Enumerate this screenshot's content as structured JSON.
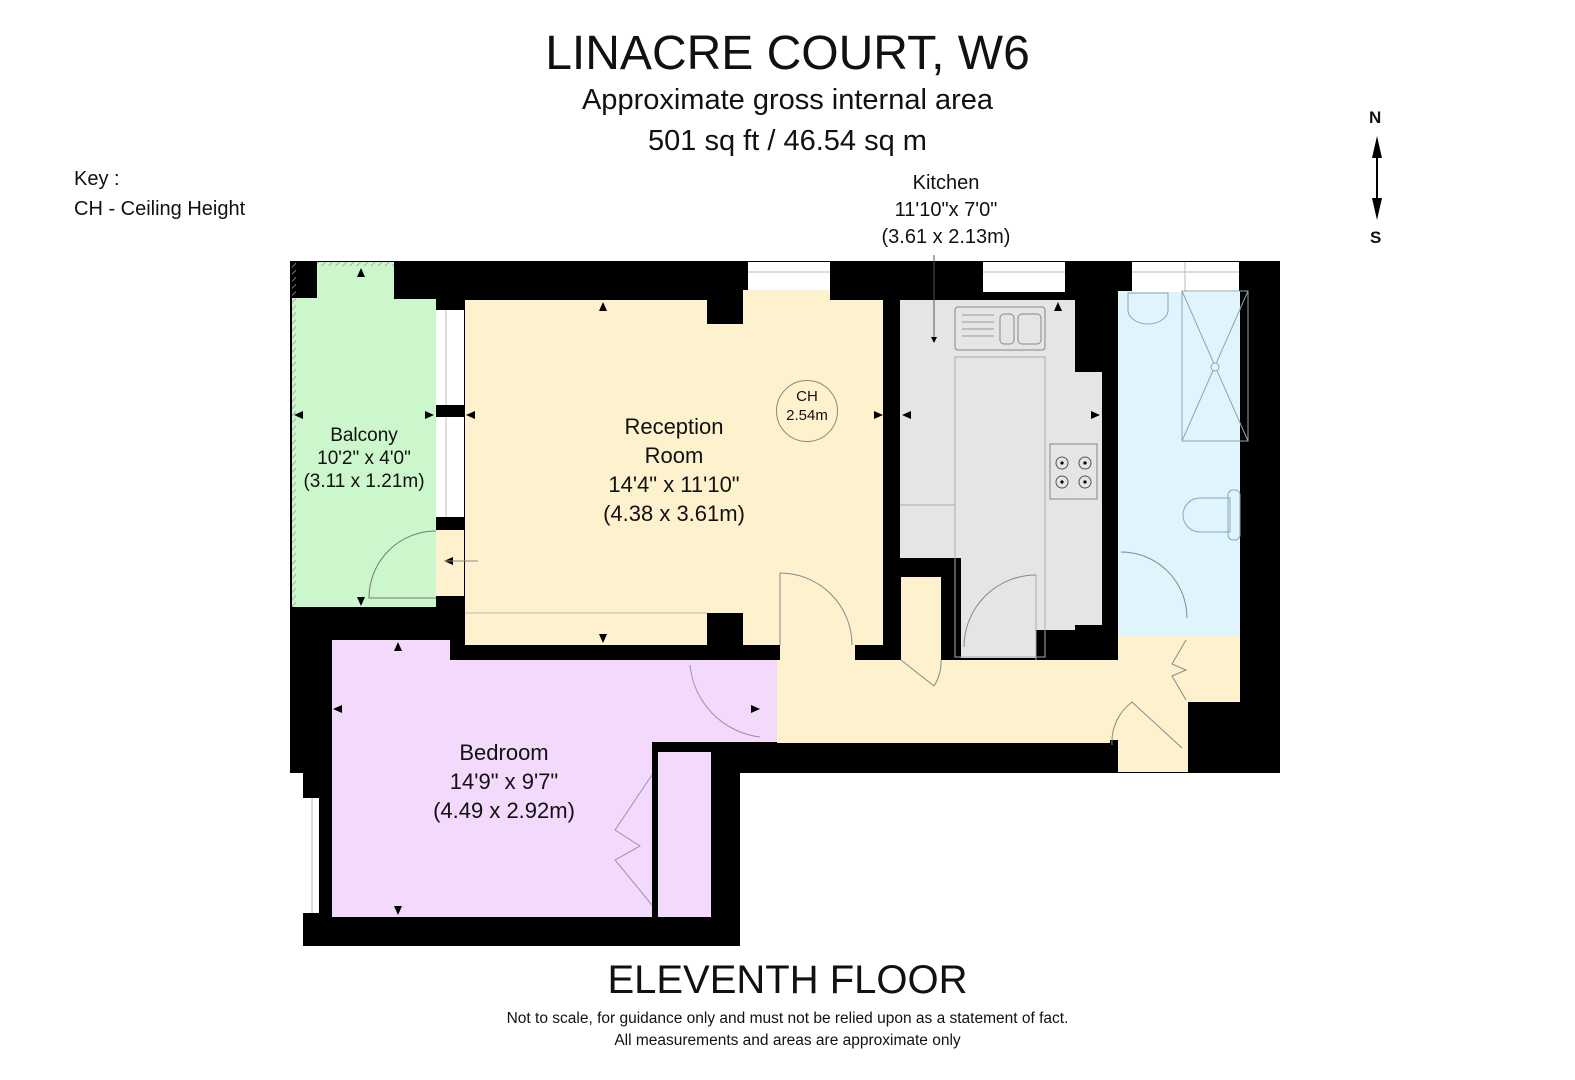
{
  "header": {
    "title": "LINACRE COURT, W6",
    "subtitle": "Approximate gross internal area",
    "area": "501 sq ft  / 46.54 sq m"
  },
  "key": {
    "heading": "Key :",
    "items": [
      "CH - Ceiling Height"
    ]
  },
  "compass": {
    "north": "N",
    "south": "S"
  },
  "rooms": {
    "balcony": {
      "name": "Balcony",
      "imperial": "10'2\" x 4'0\"",
      "metric": "(3.11 x 1.21m)",
      "color": "#ccf7cc"
    },
    "reception": {
      "name_line1": "Reception",
      "name_line2": "Room",
      "imperial": "14'4\" x 11'10\"",
      "metric": "(4.38 x 3.61m)",
      "color": "#fdf2cd"
    },
    "kitchen": {
      "name": "Kitchen",
      "imperial": "11'10\"x 7'0\"",
      "metric": "(3.61 x 2.13m)",
      "color": "#e5e5e5"
    },
    "bedroom": {
      "name": "Bedroom",
      "imperial": "14'9\" x 9'7\"",
      "metric": "(4.49 x 2.92m)",
      "color": "#f3dafc"
    },
    "bathroom": {
      "color": "#dff4fc"
    },
    "hall": {
      "color": "#fdf2cd"
    }
  },
  "ceiling_height": {
    "label": "CH",
    "value": "2.54m"
  },
  "footer": {
    "floor": "ELEVENTH FLOOR",
    "disclaimer_line1": "Not to scale, for guidance only and must not be relied upon as a statement of fact.",
    "disclaimer_line2": "All measurements and areas are approximate only"
  }
}
